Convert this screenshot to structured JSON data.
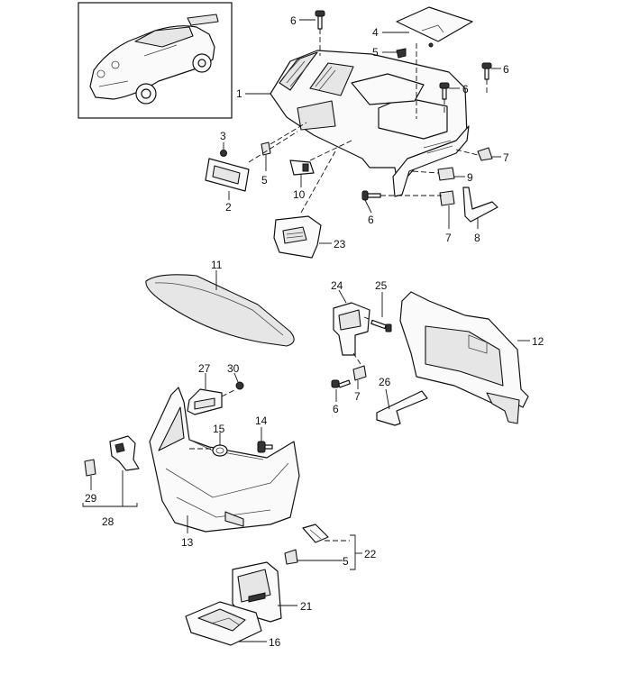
{
  "callouts": {
    "n1": "1",
    "n2": "2",
    "n3": "3",
    "n4": "4",
    "n5a": "5",
    "n5b": "5",
    "n5c": "5",
    "n6a": "6",
    "n6b": "6",
    "n6c": "6",
    "n6d": "6",
    "n6e": "6",
    "n7a": "7",
    "n7b": "7",
    "n7c": "7",
    "n8": "8",
    "n9": "9",
    "n10": "10",
    "n11": "11",
    "n12": "12",
    "n13": "13",
    "n14": "14",
    "n15": "15",
    "n16": "16",
    "n21": "21",
    "n22": "22",
    "n23": "23",
    "n24": "24",
    "n25": "25",
    "n26": "26",
    "n27": "27",
    "n28": "28",
    "n29": "29",
    "n30": "30"
  },
  "colors": {
    "line": "#111111",
    "background": "#ffffff"
  }
}
